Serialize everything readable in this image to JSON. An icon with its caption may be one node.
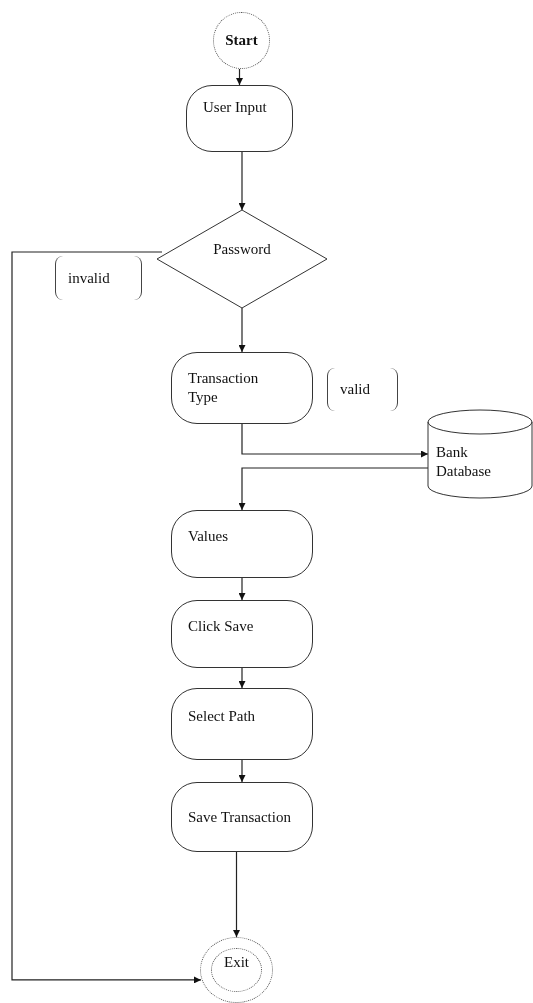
{
  "diagram": {
    "nodes": [
      {
        "text": [
          "Start"
        ]
      },
      {
        "text": [
          "User Input"
        ]
      },
      {
        "text": [
          "Password"
        ]
      },
      {
        "text": [
          "Transaction Type"
        ]
      },
      {
        "text": [
          "Bank Database"
        ]
      },
      {
        "text": [
          "Values"
        ]
      },
      {
        "text": [
          "Click Save"
        ]
      },
      {
        "text": [
          "Select Path"
        ]
      },
      {
        "text": [
          "Save Transaction"
        ]
      },
      {
        "text": [
          "Exit"
        ]
      }
    ],
    "edges": [
      {
        "from": 0,
        "to": 1,
        "arrow": "to"
      },
      {
        "from": 1,
        "to": 2,
        "arrow": "to"
      },
      {
        "from": 2,
        "to": 3,
        "arrow": "to"
      },
      {
        "from": 2,
        "to": 9,
        "arrow": "to"
      },
      {
        "from": 3,
        "to": 4,
        "arrow": "to"
      },
      {
        "from": 4,
        "to": 5,
        "arrow": "to"
      },
      {
        "from": 5,
        "to": 6,
        "arrow": "to"
      },
      {
        "from": 6,
        "to": 7,
        "arrow": "to"
      },
      {
        "from": 7,
        "to": 8,
        "arrow": "to"
      },
      {
        "from": 8,
        "to": 9,
        "arrow": "to"
      }
    ],
    "labels": [
      "invalid",
      "valid"
    ]
  }
}
